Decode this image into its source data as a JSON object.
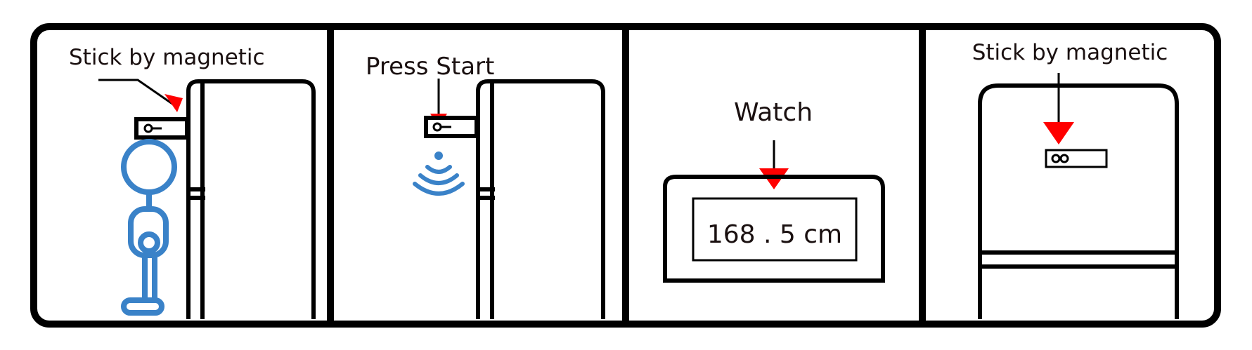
{
  "panels": [
    {
      "caption": "Stick by magnetic"
    },
    {
      "caption": "Press Start"
    },
    {
      "caption": "Watch",
      "display_value": "168 . 5 cm"
    },
    {
      "caption": "Stick by magnetic"
    }
  ],
  "colors": {
    "outline": "#000000",
    "arrow": "#ff0000",
    "person": "#3a82c8",
    "signal": "#3a82c8",
    "text": "#1a1010"
  },
  "icons": [
    "person-figure",
    "refrigerator",
    "magnetic-sensor-device",
    "wireless-signal-icon",
    "display-screen",
    "arrow-marker"
  ]
}
